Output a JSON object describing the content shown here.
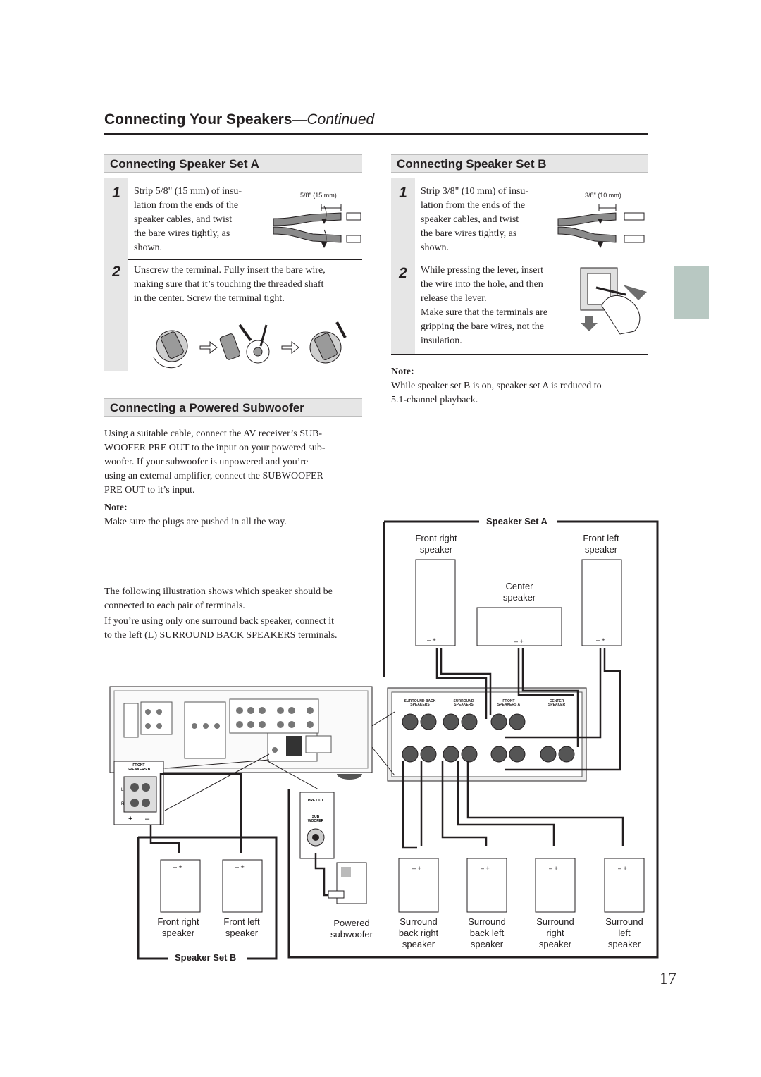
{
  "header": {
    "title": "Connecting Your Speakers",
    "continued": "—Continued"
  },
  "set_a": {
    "heading": "Connecting Speaker Set A",
    "step1": {
      "num": "1",
      "lines": [
        "Strip 5/8\" (15 mm) of insu-",
        "lation from the ends of the",
        "speaker cables, and twist",
        "the bare wires tightly, as",
        "shown."
      ],
      "dim_label": "5/8\" (15 mm)"
    },
    "step2": {
      "num": "2",
      "lines": [
        "Unscrew the terminal. Fully insert the bare wire,",
        "making sure that it’s touching the threaded shaft",
        "in the center. Screw the terminal tight."
      ]
    }
  },
  "set_b": {
    "heading": "Connecting Speaker Set B",
    "step1": {
      "num": "1",
      "lines": [
        "Strip 3/8\" (10 mm) of insu-",
        "lation from the ends of the",
        "speaker cables, and twist",
        "the bare wires tightly, as",
        "shown."
      ],
      "dim_label": "3/8\" (10 mm)"
    },
    "step2": {
      "num": "2",
      "lines": [
        "While pressing the lever, insert",
        "the wire into the hole, and then",
        "release the lever.",
        "Make sure that the terminals are",
        "gripping the bare wires, not the",
        "insulation."
      ]
    },
    "note_label": "Note:",
    "note_lines": [
      "While speaker set B is on, speaker set A is reduced to",
      "5.1-channel playback."
    ]
  },
  "subwoofer": {
    "heading": "Connecting a Powered Subwoofer",
    "paragraph": [
      "Using a suitable cable, connect the AV receiver’s SUB-",
      "WOOFER PRE OUT to the input on your powered sub-",
      "woofer. If your subwoofer is unpowered and you’re",
      "using an external amplifier, connect the SUBWOOFER",
      "PRE OUT to it’s input."
    ],
    "note_label": "Note:",
    "note_text": "Make sure the plugs are pushed in all the way."
  },
  "illustration_text": {
    "para1": [
      "The following illustration shows which speaker should be",
      "connected to each pair of terminals."
    ],
    "para2": [
      "If you’re using only one surround back speaker, connect it",
      "to the left (L) SURROUND BACK SPEAKERS terminals."
    ]
  },
  "diagram": {
    "set_a_label": "Speaker Set A",
    "set_b_label": "Speaker Set B",
    "front_right": [
      "Front right",
      "speaker"
    ],
    "front_left": [
      "Front left",
      "speaker"
    ],
    "center": [
      "Center",
      "speaker"
    ],
    "powered_sub": [
      "Powered",
      "subwoofer"
    ],
    "surround_back_right": [
      "Surround",
      "back right",
      "speaker"
    ],
    "surround_back_left": [
      "Surround",
      "back left",
      "speaker"
    ],
    "surround_right": [
      "Surround",
      "right",
      "speaker"
    ],
    "surround_left": [
      "Surround",
      "left",
      "speaker"
    ],
    "set_b_front_right": [
      "Front right",
      "speaker"
    ],
    "set_b_front_left": [
      "Front left",
      "speaker"
    ],
    "polarity": "– +",
    "terminal_groups": [
      "SURROUND BACK\nSPEAKERS",
      "SURROUND\nSPEAKERS",
      "FRONT\nSPEAKERS A",
      "CENTER\nSPEAKER"
    ],
    "front_b_label": "FRONT\nSPEAKERS B",
    "pre_out": "PRE OUT",
    "sub_woofer": "SUB\nWOOFER"
  },
  "page_number": "17",
  "colors": {
    "section_bg": "#e6e6e6",
    "side_tab": "#b8c8c2",
    "text": "#231f20"
  }
}
